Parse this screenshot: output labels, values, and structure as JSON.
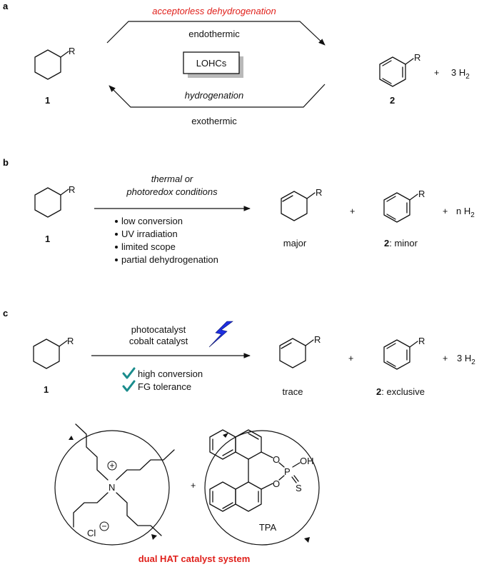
{
  "panels": {
    "a": "a",
    "b": "b",
    "c": "c"
  },
  "panel_a": {
    "top_label": "acceptorless dehydrogenation",
    "endothermic": "endothermic",
    "box": "LOHCs",
    "hydrogenation": "hydrogenation",
    "exothermic": "exothermic",
    "reactant_R": "R",
    "reactant_num": "1",
    "product_R": "R",
    "product_num": "2",
    "plus": "+",
    "h2": "3 H",
    "h2_sub": "2"
  },
  "panel_b": {
    "conditions_1": "thermal or",
    "conditions_2": "photoredox conditions",
    "bullets": [
      "low conversion",
      "UV irradiation",
      "limited scope",
      "partial dehydrogenation"
    ],
    "reactant_R": "R",
    "reactant_num": "1",
    "alkene_R": "R",
    "alkene_label": "major",
    "plus1": "+",
    "arene_R": "R",
    "arene_num": "2",
    "arene_label": ": minor",
    "plus2": "+",
    "h2": "n H",
    "h2_sub": "2"
  },
  "panel_c": {
    "conditions_1": "photocatalyst",
    "conditions_2": "cobalt catalyst",
    "checks": [
      "high conversion",
      "FG tolerance"
    ],
    "reactant_R": "R",
    "reactant_num": "1",
    "alkene_R": "R",
    "alkene_label": "trace",
    "plus1": "+",
    "arene_R": "R",
    "arene_num": "2",
    "arene_label": ": exclusive",
    "plus2": "+",
    "h2": "3 H",
    "h2_sub": "2",
    "n_label": "N",
    "n_charge": "+",
    "cl_label": "Cl",
    "cl_charge": "−",
    "plus_catalysts": "+",
    "o1": "O",
    "o2": "O",
    "p": "P",
    "oh": "OH",
    "s": "S",
    "tpa": "TPA",
    "footer": "dual HAT catalyst system"
  },
  "colors": {
    "red": "#e0201b",
    "check": "#1a8c8c",
    "bolt": "#1e2fe0"
  }
}
